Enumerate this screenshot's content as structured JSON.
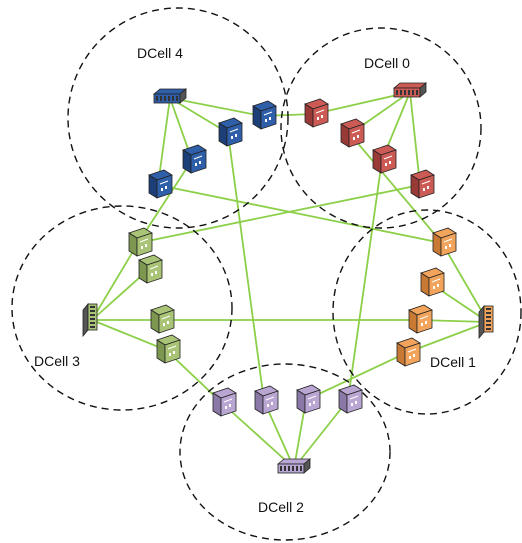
{
  "cells": [
    {
      "id": "dcell-4",
      "label": "DCell 4",
      "server_color": "#2f5fa8",
      "server_dark": "#1d3f78",
      "switch_color": "#2f5fa8"
    },
    {
      "id": "dcell-0",
      "label": "DCell 0",
      "server_color": "#cc5b55",
      "server_dark": "#9a3a36",
      "switch_color": "#cc5b55"
    },
    {
      "id": "dcell-3",
      "label": "DCell 3",
      "server_color": "#a9c477",
      "server_dark": "#7d9650",
      "switch_color": "#a9c477"
    },
    {
      "id": "dcell-1",
      "label": "DCell 1",
      "server_color": "#f2a45c",
      "server_dark": "#c87a34",
      "switch_color": "#f2a45c"
    },
    {
      "id": "dcell-2",
      "label": "DCell 2",
      "server_color": "#b9a6d2",
      "server_dark": "#8a78a6",
      "switch_color": "#b9a6d2"
    }
  ],
  "colors": {
    "link": "#8ccf48",
    "boundary": "#111111"
  }
}
